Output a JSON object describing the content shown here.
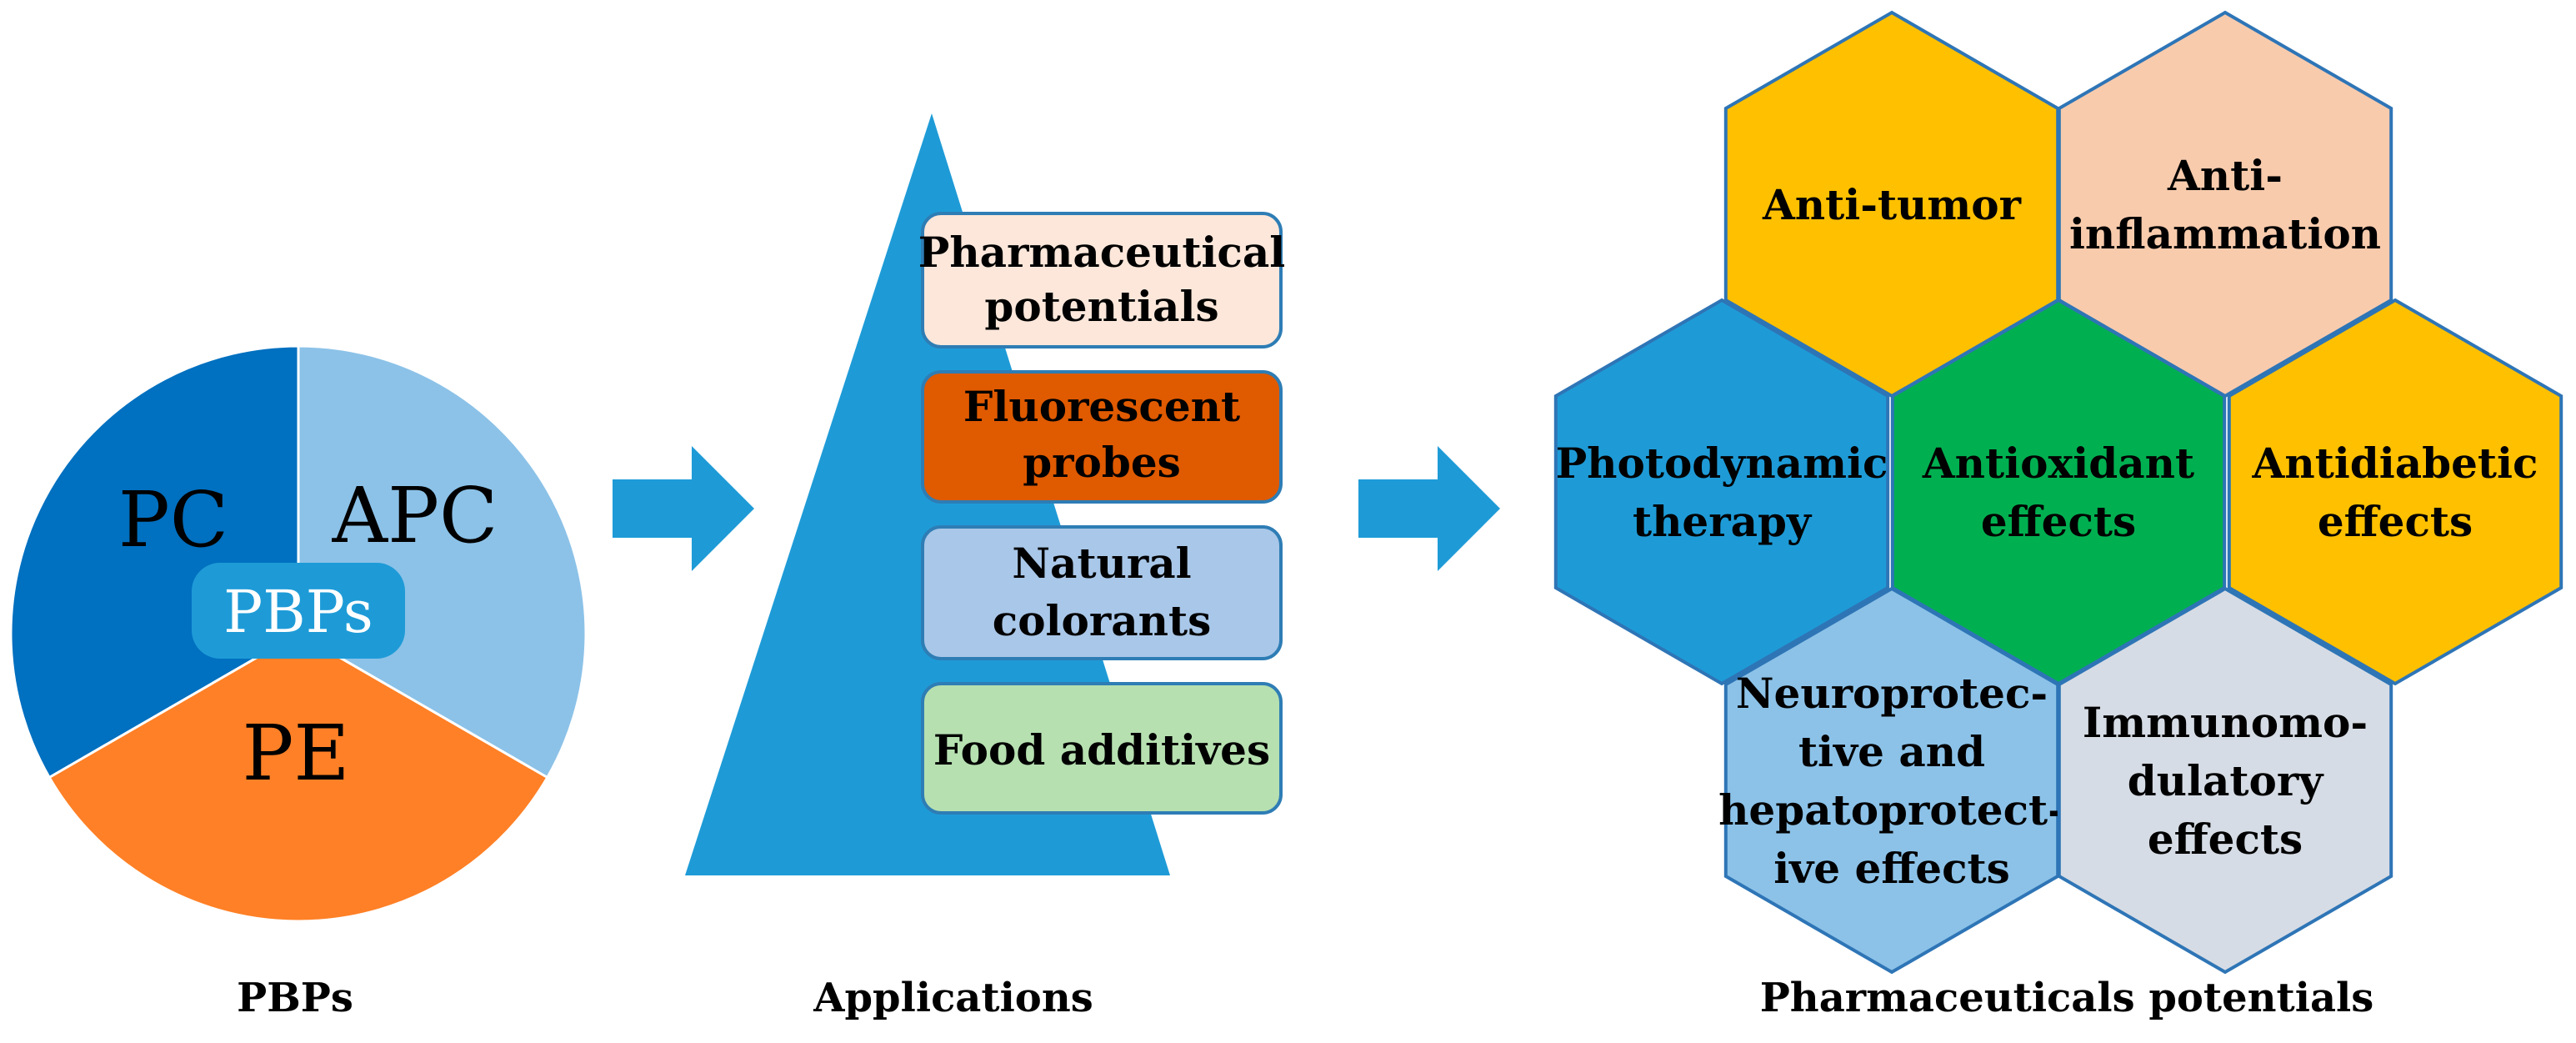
{
  "pie": {
    "segments": [
      {
        "label": "PC",
        "color": "#0070C0"
      },
      {
        "label": "APC",
        "color": "#8CC2E8"
      },
      {
        "label": "PE",
        "color": "#FF8026"
      }
    ],
    "center_label": "PBPs",
    "center_color": "#1E9BD7",
    "center_text_color": "#FFFFFF",
    "caption": "PBPs"
  },
  "applications": {
    "triangle_color": "#1E9BD7",
    "caption": "Applications",
    "boxes": [
      {
        "lines": [
          "Pharmaceutical",
          "potentials"
        ],
        "fill": "#FCE7DA"
      },
      {
        "lines": [
          "Fluorescent",
          "probes"
        ],
        "fill": "#E05A00"
      },
      {
        "lines": [
          "Natural",
          "colorants"
        ],
        "fill": "#A9C7E8"
      },
      {
        "lines": [
          "Food additives"
        ],
        "fill": "#B6E0B0"
      }
    ],
    "box_stroke": "#2E7DB5"
  },
  "arrows": {
    "color": "#1E9BD7"
  },
  "potentials": {
    "caption": "Pharmaceuticals potentials",
    "hex_stroke": "#2E75B6",
    "hexagons": [
      {
        "lines": [
          "Anti-tumor"
        ],
        "fill": "#FFC000"
      },
      {
        "lines": [
          "Anti-",
          "inflammation"
        ],
        "fill": "#F8CBAD"
      },
      {
        "lines": [
          "Photodynamic",
          "therapy"
        ],
        "fill": "#1E9BD7"
      },
      {
        "lines": [
          "Antioxidant",
          "effects"
        ],
        "fill": "#00B050"
      },
      {
        "lines": [
          "Antidiabetic",
          "effects"
        ],
        "fill": "#FFC000"
      },
      {
        "lines": [
          "Neuroprotec-",
          "tive and",
          "hepatoprotect-",
          "ive effects"
        ],
        "fill": "#8CC2E8"
      },
      {
        "lines": [
          "Immunomo-",
          "dulatory",
          "effects"
        ],
        "fill": "#D6DCE5"
      }
    ]
  }
}
